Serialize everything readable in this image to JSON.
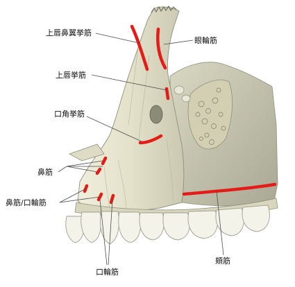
{
  "labels": {
    "levator_labii_alaeque_nasi": "上唇鼻翼挙筋",
    "orbicularis_oculi": "眼輪筋",
    "levator_labii_superioris": "上唇挙筋",
    "levator_anguli_oris": "口角挙筋",
    "nasalis": "鼻筋",
    "nasalis_orbicularis_oris": "鼻筋/口輪筋",
    "orbicularis_oris": "口輪筋",
    "buccinator": "頬筋"
  },
  "colors": {
    "background": "#ffffff",
    "bone": "#e8e6cf",
    "bone_shadow": "#bdbca4",
    "bone_dark": "#8f8e7c",
    "teeth": "#f4f3ea",
    "teeth_outline": "#9f9e90",
    "muscle_attachment": "#e41b17",
    "leader_line": "#4a4a4a",
    "text": "#111111"
  }
}
